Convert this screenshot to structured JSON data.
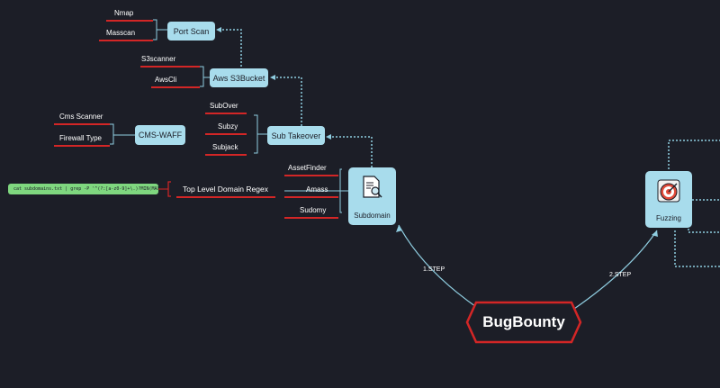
{
  "root": {
    "label": "BugBounty"
  },
  "steps": {
    "step1": "1.STEP",
    "step2": "2.STEP"
  },
  "subdomain": {
    "label": "Subdomain",
    "tools": [
      "AssetFinder",
      "Amass",
      "Sudomy"
    ],
    "regex_label": "Top Level Domain Regex",
    "regex_code": "cat subdomains.txt | grep -P '^(?:[a-z0-9]+\\.)?MIN(MAX)?[^\\S'"
  },
  "fuzzing": {
    "label": "Fuzzing"
  },
  "sub_takeover": {
    "label": "Sub Takeover",
    "tools": [
      "SubOver",
      "Subzy",
      "Subjack"
    ]
  },
  "cms_waff": {
    "label": "CMS-WAFF",
    "tools": [
      "Cms Scanner",
      "Firewall Type"
    ]
  },
  "aws": {
    "label": "Aws S3Bucket",
    "tools": [
      "S3scanner",
      "AwsCli"
    ]
  },
  "port_scan": {
    "label": "Port Scan",
    "tools": [
      "Nmap",
      "Masscan"
    ]
  },
  "colors": {
    "background": "#1c1e27",
    "node": "#a8dcec",
    "accent_red": "#d32626",
    "code_green": "#7fd77f",
    "line": "#8fcde0"
  }
}
